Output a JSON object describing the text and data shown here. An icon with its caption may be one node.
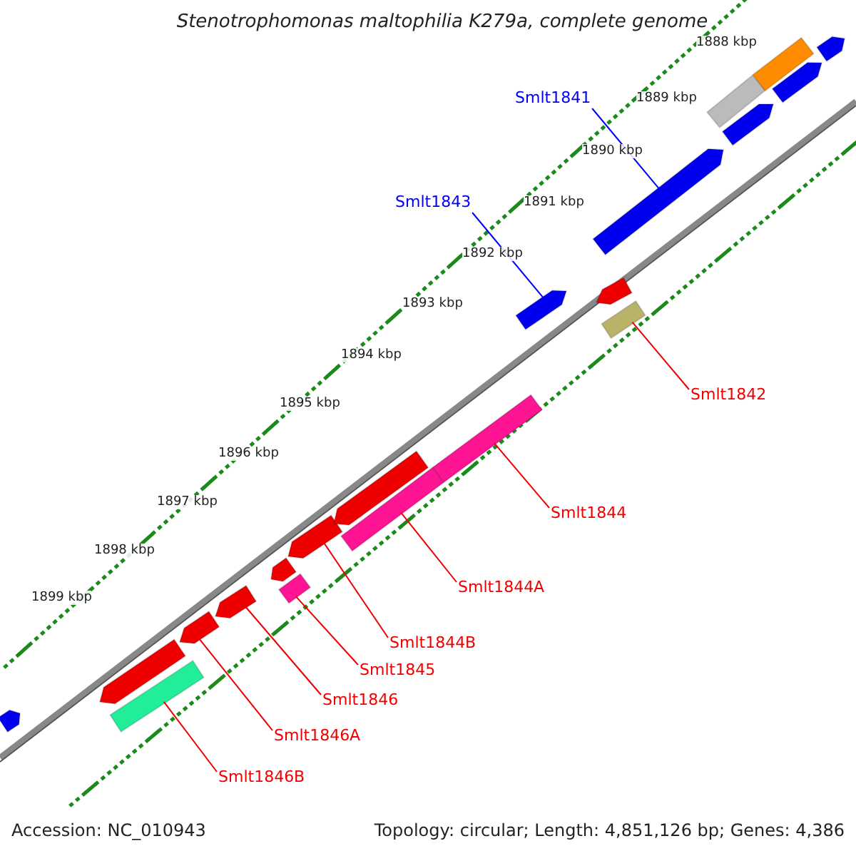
{
  "diagram": {
    "title": "Stenotrophomonas maltophilia K279a, complete genome",
    "nodes": [
      {
        "text": [
          "Smlt1841"
        ]
      },
      {
        "text": [],
        "shape": "arrow"
      },
      {
        "text": [
          "Smlt1843"
        ]
      },
      {
        "text": [],
        "shape": "arrow"
      },
      {
        "text": [
          "Smlt1842"
        ]
      },
      {
        "text": [],
        "shape": "bar"
      },
      {
        "text": [
          "Smlt1844"
        ]
      },
      {
        "text": [],
        "shape": "bar"
      },
      {
        "text": [
          "Smlt1844A"
        ]
      },
      {
        "text": [],
        "shape": "bar"
      },
      {
        "text": [
          "Smlt1844B"
        ]
      },
      {
        "text": [],
        "shape": "arrow"
      },
      {
        "text": [
          "Smlt1845"
        ]
      },
      {
        "text": [],
        "shape": "bar"
      },
      {
        "text": [
          "Smlt1846"
        ]
      },
      {
        "text": [],
        "shape": "arrow"
      },
      {
        "text": [
          "Smlt1846A"
        ]
      },
      {
        "text": [],
        "shape": "arrow"
      },
      {
        "text": [
          "Smlt1846B"
        ]
      },
      {
        "text": [],
        "shape": "bar"
      },
      {
        "text": [],
        "shape": "arrow"
      },
      {
        "text": [],
        "shape": "arrow"
      },
      {
        "text": [],
        "shape": "arrow"
      },
      {
        "text": [],
        "shape": "arrow"
      },
      {
        "text": [],
        "shape": "arrow"
      },
      {
        "text": [],
        "shape": "bar"
      },
      {
        "text": [],
        "shape": "arrow"
      },
      {
        "text": [],
        "shape": "bar"
      },
      {
        "text": [],
        "shape": "arrow"
      },
      {
        "text": [],
        "shape": "arrow"
      }
    ],
    "edges": [
      {
        "from": 0,
        "to": 1,
        "arrow": "none",
        "color": "#0000ff"
      },
      {
        "from": 2,
        "to": 3,
        "arrow": "none",
        "color": "#0000ff"
      },
      {
        "from": 4,
        "to": 5,
        "arrow": "none"
      },
      {
        "from": 6,
        "to": 7,
        "arrow": "none"
      },
      {
        "from": 8,
        "to": 9,
        "arrow": "none"
      },
      {
        "from": 10,
        "to": 11,
        "arrow": "none"
      },
      {
        "from": 12,
        "to": 13,
        "arrow": "none"
      },
      {
        "from": 14,
        "to": 15,
        "arrow": "none"
      },
      {
        "from": 16,
        "to": 17,
        "arrow": "none"
      },
      {
        "from": 18,
        "to": 19,
        "arrow": "none"
      }
    ],
    "labels": [
      "1888 kbp",
      "1889 kbp",
      "1890 kbp",
      "1891 kbp",
      "1892 kbp",
      "1893 kbp",
      "1894 kbp",
      "1895 kbp",
      "1896 kbp",
      "1897 kbp",
      "1898 kbp",
      "1899 kbp",
      "Accession: NC_010943",
      "Topology: circular; Length: 4,851,126 bp; Genes: 4,386"
    ]
  }
}
